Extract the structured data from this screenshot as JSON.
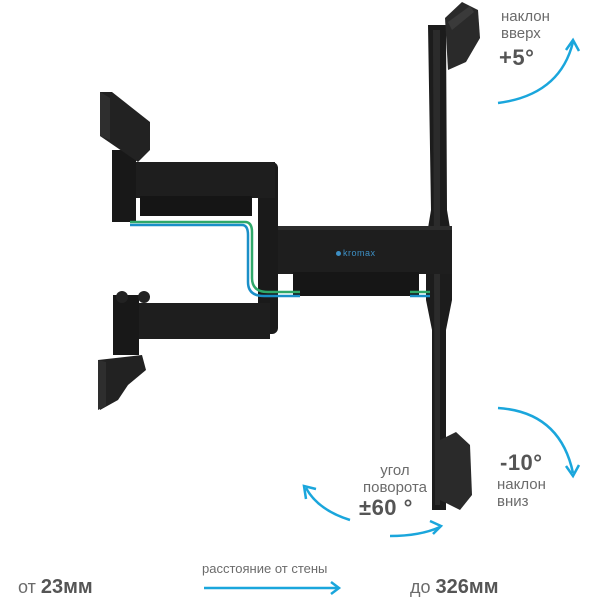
{
  "product": {
    "brand_logo": "kromax",
    "colors": {
      "accent": "#1aa6dc",
      "mount": "#1c1c1c",
      "text": "#555555",
      "cable_green": "#2fa86a",
      "cable_blue": "#1a8fc8"
    }
  },
  "tilt_up": {
    "label_line1": "наклон",
    "label_line2": "вверх",
    "value": "+5°",
    "icon": "arrow-curve-up-icon"
  },
  "tilt_down": {
    "label_line1": "наклон",
    "label_line2": "вниз",
    "value": "-10°",
    "icon": "arrow-curve-down-icon"
  },
  "swivel": {
    "label_line1": "угол",
    "label_line2": "поворота",
    "value": "±60 °",
    "icon": "swivel-arrows-icon"
  },
  "distance": {
    "caption": "расстояние от стены",
    "from_prefix": "от",
    "from_value": "23мм",
    "to_prefix": "до",
    "to_value": "326мм",
    "icon": "arrow-right-icon"
  }
}
